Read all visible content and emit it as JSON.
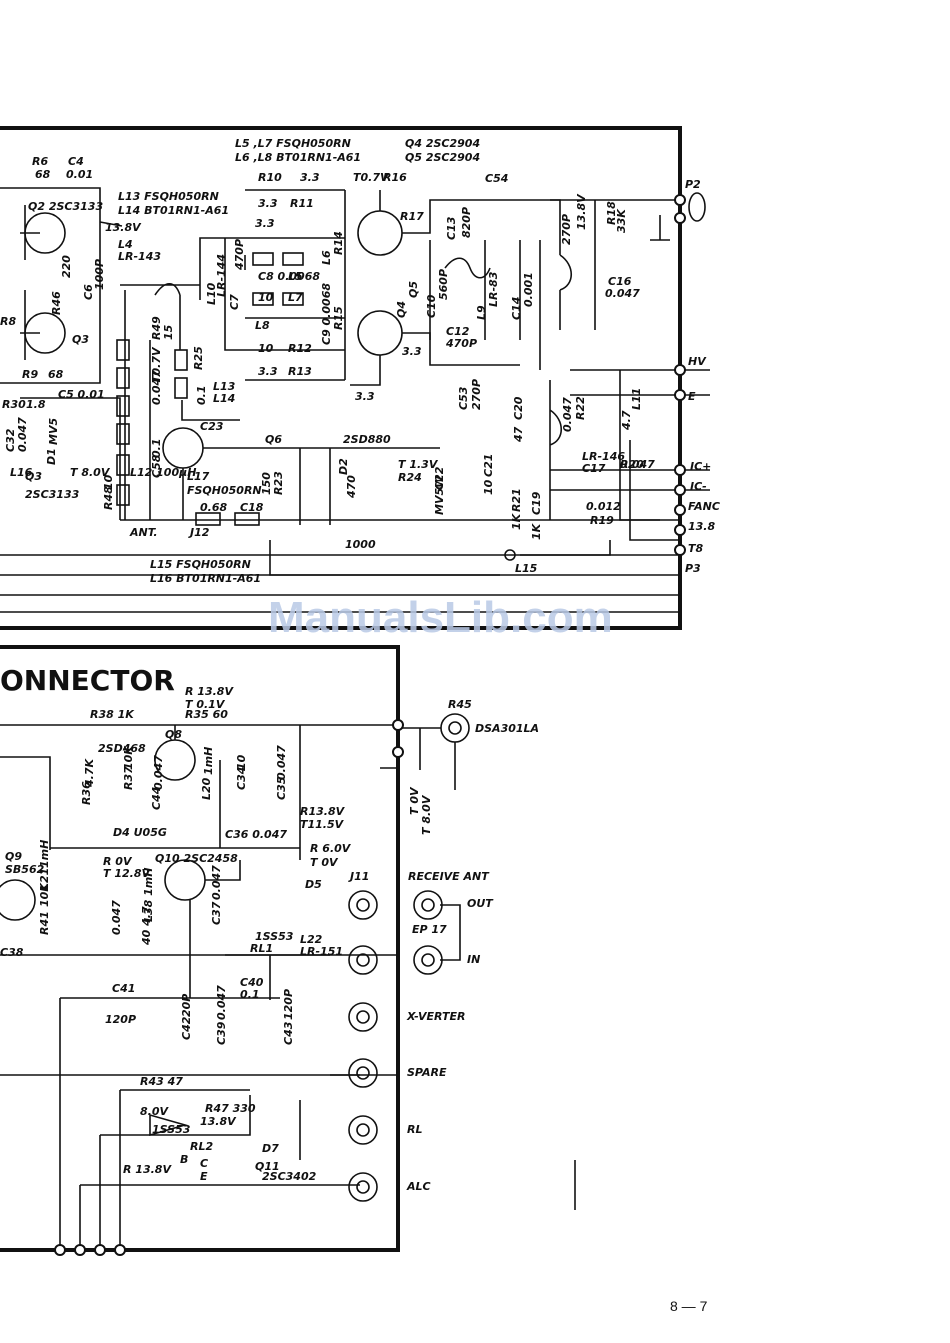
{
  "header": {
    "inductor_note": [
      "L5 ,L7  FSQH050RN",
      "L6 ,L8  BT01RN1-A61"
    ],
    "transistor_note": [
      "Q4  2SC2904",
      "Q5  2SC2904"
    ],
    "l13_note": [
      "L13  FSQH050RN",
      "L14  BT01RN1-A61"
    ],
    "l15_note": [
      "L15  FSQH050RN",
      "L16  BT01RN1-A61"
    ]
  },
  "sections": {
    "connector_title": "ONNECTOR"
  },
  "upper_labels": [
    "R6",
    "68",
    "C4",
    "0.01",
    "Q2 2SC3133",
    "13.8V",
    "L4",
    "LR-143",
    "220",
    "R46",
    "C6",
    "100P",
    "R8",
    "Q3",
    "R9",
    "68",
    "C5 0.01",
    "R30",
    "1.8",
    "C32",
    "0.047",
    "D1",
    "MV5",
    "Q3",
    "2SC3133",
    "R10",
    "3.3",
    "T0.7V",
    "R16",
    "3.3",
    "R11",
    "3.3",
    "C8 0.0068",
    "L5",
    "L6",
    "R14",
    "10",
    "L7",
    "L8",
    "C9 0.0068",
    "R15",
    "10",
    "R12",
    "3.3",
    "R13",
    "3.3",
    "R17",
    "3.3",
    "Q4",
    "Q5",
    "C10",
    "560P",
    "C12",
    "470P",
    "L9",
    "LR-83",
    "C14",
    "0.001",
    "C13",
    "820P",
    "C53",
    "270P",
    "C54",
    "270P",
    "13.8V",
    "R18",
    "33K",
    "C16",
    "0.047",
    "L10",
    "LR-144",
    "C7",
    "470P",
    "R49",
    "15",
    "R25",
    "0.1",
    "L13",
    "L14",
    "C23",
    "0.047",
    "T0.7V",
    "C58",
    "0.1",
    "R48",
    "10",
    "L17",
    "FSQH050RN",
    "Q6",
    "2SD880",
    "T 1.3V",
    "R24",
    "150",
    "R23",
    "470",
    "D2",
    "MV5W",
    "C22",
    "10",
    "C21",
    "47",
    "C20",
    "0.047",
    "R22",
    "4.7",
    "L11",
    "LR-146",
    "C17",
    "0.047",
    "R20",
    "0.012",
    "R19",
    "1K",
    "R21",
    "1K",
    "C19",
    "0.68",
    "C18",
    "1000",
    "L15",
    "L16",
    "T 8.0V",
    "L12 100µH"
  ],
  "connector_pins": [
    "P2",
    "HV",
    "E",
    "IC+",
    "IC-",
    "FANC",
    "13.8",
    "T8",
    "P3"
  ],
  "lower_labels": [
    "R 13.8V",
    "T 0.1V",
    "R38 1K",
    "R35 60",
    "Q8",
    "2SD468",
    "R36",
    "4.7K",
    "R37",
    "10K",
    "C44",
    "0.047",
    "L20",
    "1mH",
    "C34",
    "10",
    "C35",
    "0.047",
    "R13.8V",
    "T11.5V",
    "C36 0.047",
    "D4 U05G",
    "R 6.0V",
    "T 0V",
    "R 0V",
    "T 12.8V",
    "Q10 2SC2458",
    "Q9",
    "SB562",
    "L21",
    "1mH",
    "R41",
    "10K",
    "C38",
    "0.047",
    "40 4.7",
    "L38 1mH",
    "C37",
    "0.047",
    "D5",
    "1SS53",
    "RL1",
    "L22",
    "LR-151",
    "C40",
    "0.1",
    "C42",
    "20P",
    "C39",
    "0.047",
    "C43",
    "120P",
    "C41",
    "120P",
    "R43 47",
    "8.0V",
    "R47 330",
    "13.8V",
    "D7",
    "1SS53",
    "RL2",
    "B",
    "C",
    "E",
    "Q11",
    "2SC3402",
    "R 13.8V",
    "T 0V",
    "T 8.0V",
    "R45",
    "DSA301LA",
    "J11",
    "ANT.",
    "J12"
  ],
  "jack_labels": [
    "RECEIVE ANT",
    "OUT",
    "IN",
    "EP 17",
    "X-VERTER",
    "SPARE",
    "RL",
    "ALC"
  ],
  "watermark": "ManualsLib.com",
  "page_number": "8 — 7"
}
